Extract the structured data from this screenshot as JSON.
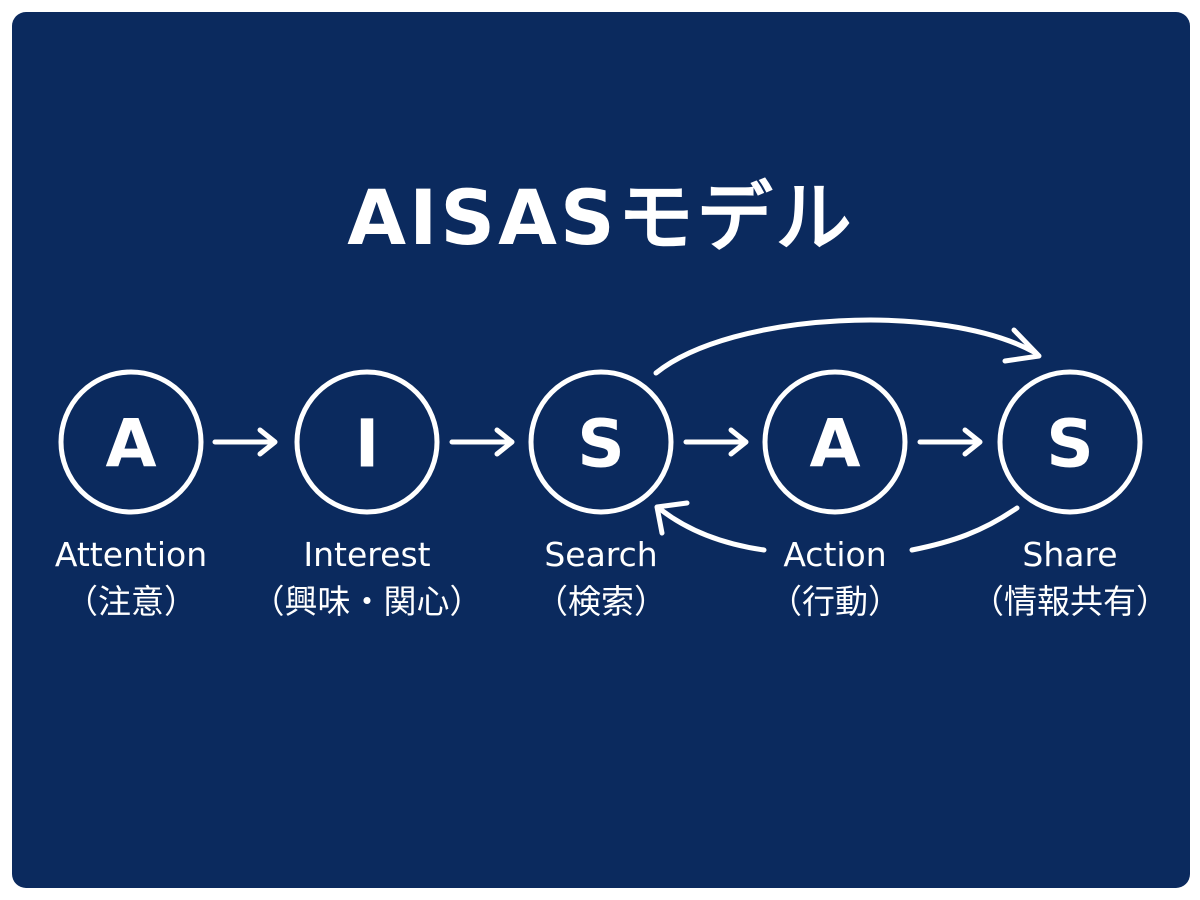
{
  "title": "AISASモデル",
  "colors": {
    "background": "#0b2a5e",
    "foreground": "#ffffff"
  },
  "stages": [
    {
      "letter": "A",
      "en": "Attention",
      "jp": "（注意）"
    },
    {
      "letter": "I",
      "en": "Interest",
      "jp": "（興味・関心）"
    },
    {
      "letter": "S",
      "en": "Search",
      "jp": "（検索）"
    },
    {
      "letter": "A",
      "en": "Action",
      "jp": "（行動）"
    },
    {
      "letter": "S",
      "en": "Share",
      "jp": "（情報共有）"
    }
  ],
  "connections": [
    {
      "from": "Attention",
      "to": "Interest",
      "style": "straight-arrow"
    },
    {
      "from": "Interest",
      "to": "Search",
      "style": "straight-arrow"
    },
    {
      "from": "Search",
      "to": "Action",
      "style": "straight-arrow"
    },
    {
      "from": "Action",
      "to": "Share",
      "style": "straight-arrow"
    },
    {
      "from": "Search",
      "to": "Share",
      "style": "curved-arrow-over"
    },
    {
      "from": "Share",
      "to": "Search",
      "style": "curved-arrow-under"
    }
  ]
}
